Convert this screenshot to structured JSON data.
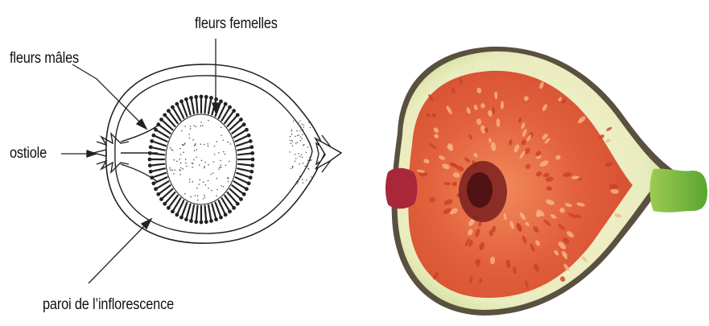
{
  "diagram": {
    "labels": {
      "female_flowers": "fleurs femelles",
      "male_flowers": "fleurs mâles",
      "ostiole": "ostiole",
      "wall": "paroi de l’inflorescence"
    }
  },
  "photo": {
    "skin_color": "#c7d98a",
    "flesh_color": "#e2603c",
    "stem_color": "#6fb83a"
  }
}
